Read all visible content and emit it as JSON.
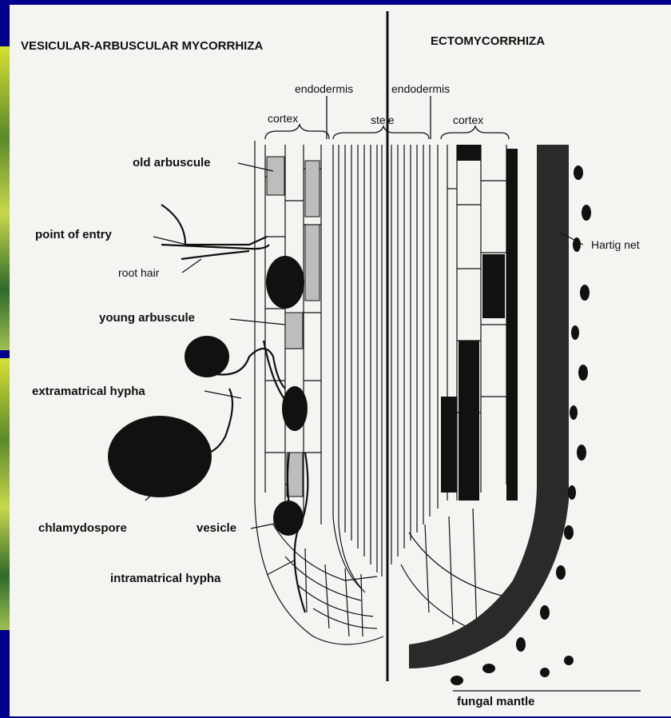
{
  "headings": {
    "left": "VESICULAR-ARBUSCULAR MYCORRHIZA",
    "right": "ECTOMYCORRHIZA"
  },
  "labels": {
    "endodermis_left": "endodermis",
    "endodermis_right": "endodermis",
    "cortex_left": "cortex",
    "stele": "stele",
    "cortex_right": "cortex",
    "old_arbuscule": "old arbuscule",
    "point_of_entry": "point of entry",
    "root_hair": "root hair",
    "young_arbuscule": "young arbuscule",
    "extramatrical_hypha": "extramatrical hypha",
    "chlamydospore": "chlamydospore",
    "vesicle": "vesicle",
    "intramatrical_hypha": "intramatrical hypha",
    "hartig_net": "Hartig net",
    "fungal_mantle": "fungal mantle"
  },
  "colors": {
    "slide_background": "#00008b",
    "paper": "#f4f4f1",
    "ink": "#111111"
  }
}
